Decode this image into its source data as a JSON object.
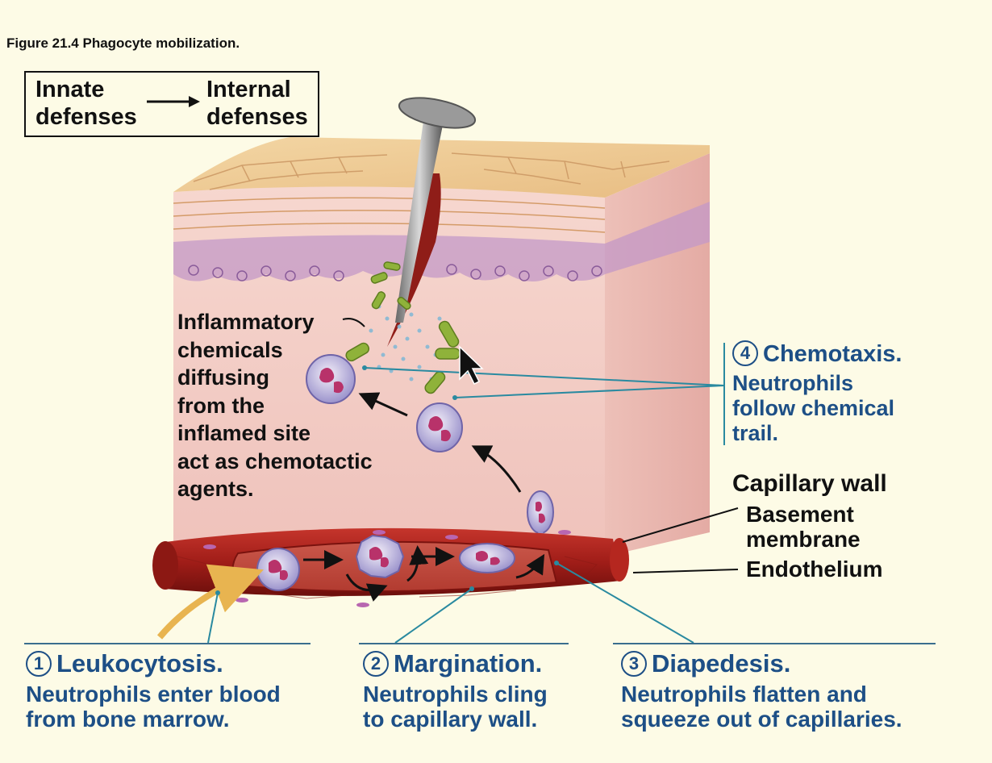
{
  "figure_title": "Figure 21.4  Phagocyte mobilization.",
  "defense_box": {
    "left": "Innate\ndefenses",
    "right": "Internal\ndefenses"
  },
  "inflammatory_label": "Inflammatory\nchemicals\ndiffusing\nfrom the\ninflamed site\nact as chemotactic\nagents.",
  "chemotaxis": {
    "number": "4",
    "title": "Chemotaxis.",
    "body": "Neutrophils\nfollow chemical\ntrail."
  },
  "capillary_wall": {
    "heading": "Capillary wall",
    "basement": "Basement\nmembrane",
    "endothelium": "Endothelium"
  },
  "steps": [
    {
      "number": "1",
      "title": "Leukocytosis.",
      "body": "Neutrophils enter blood\nfrom bone marrow."
    },
    {
      "number": "2",
      "title": "Margination.",
      "body": "Neutrophils cling\nto capillary wall."
    },
    {
      "number": "3",
      "title": "Diapedesis.",
      "body": "Neutrophils flatten and\nsqueeze out of capillaries."
    }
  ],
  "colors": {
    "text_blue": "#1d4f86",
    "leader_blue": "#2a8aa0",
    "skin_pink": "#f2c6c0",
    "vessel_red": "#a5201c",
    "bacteria_green": "#8fb23a"
  }
}
